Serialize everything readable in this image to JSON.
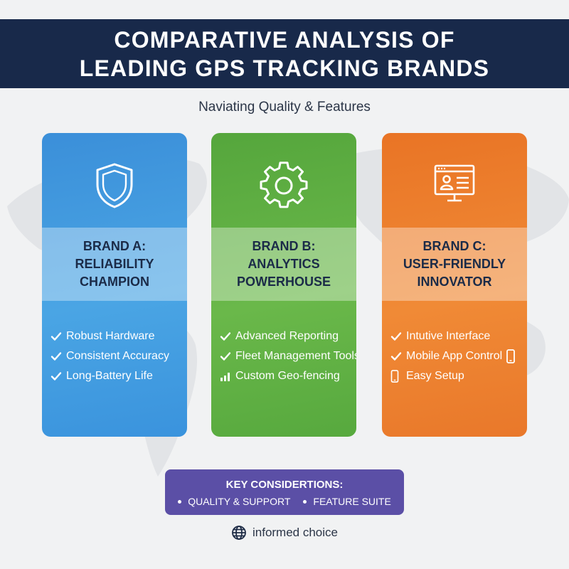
{
  "header": {
    "title_lines": [
      "COMPARATIVE ANALYSIS OF",
      "LEADING GPS TRACKING BRANDS"
    ]
  },
  "subtitle": "Naviating Quality & Features",
  "cards": [
    {
      "color": "#4aa5e4",
      "icon": "shield-icon",
      "title_lines": [
        "BRAND A:",
        "RELIABILITY",
        "CHAMPION"
      ],
      "features": [
        {
          "icon": "check-icon",
          "label": "Robust Hardware"
        },
        {
          "icon": "check-icon",
          "label": "Consistent Accuracy"
        },
        {
          "icon": "check-icon",
          "label": "Long-Battery Life"
        }
      ]
    },
    {
      "color": "#6ab84a",
      "icon": "gear-icon",
      "title_lines": [
        "BRAND B:",
        "ANALYTICS",
        "POWERHOUSE"
      ],
      "features": [
        {
          "icon": "check-icon",
          "label": "Advanced Reporting"
        },
        {
          "icon": "check-icon",
          "label": "Fleet Management Tools"
        },
        {
          "icon": "bar-chart-icon",
          "label": "Custom Geo-fencing"
        }
      ]
    },
    {
      "color": "#f08a36",
      "icon": "monitor-profile-icon",
      "title_lines": [
        "BRAND C:",
        "USER-FRIENDLY",
        "INNOVATOR"
      ],
      "features": [
        {
          "icon": "check-icon",
          "label": "Intutive Interface"
        },
        {
          "icon": "check-icon",
          "label": "Mobile App Control",
          "trailing_icon": "smartphone-icon"
        },
        {
          "icon": "smartphone-icon",
          "label": "Easy Setup"
        }
      ]
    }
  ],
  "key_considerations": {
    "title": "KEY CONSIDERTIONS:",
    "items": [
      "QUALITY & SUPPORT",
      "FEATURE SUITE"
    ],
    "color": "#5b4fa6"
  },
  "footer": {
    "icon": "globe-icon",
    "text": "informed choice"
  },
  "colors": {
    "header_bg": "#18294a",
    "title_text": "#1b2b48"
  }
}
